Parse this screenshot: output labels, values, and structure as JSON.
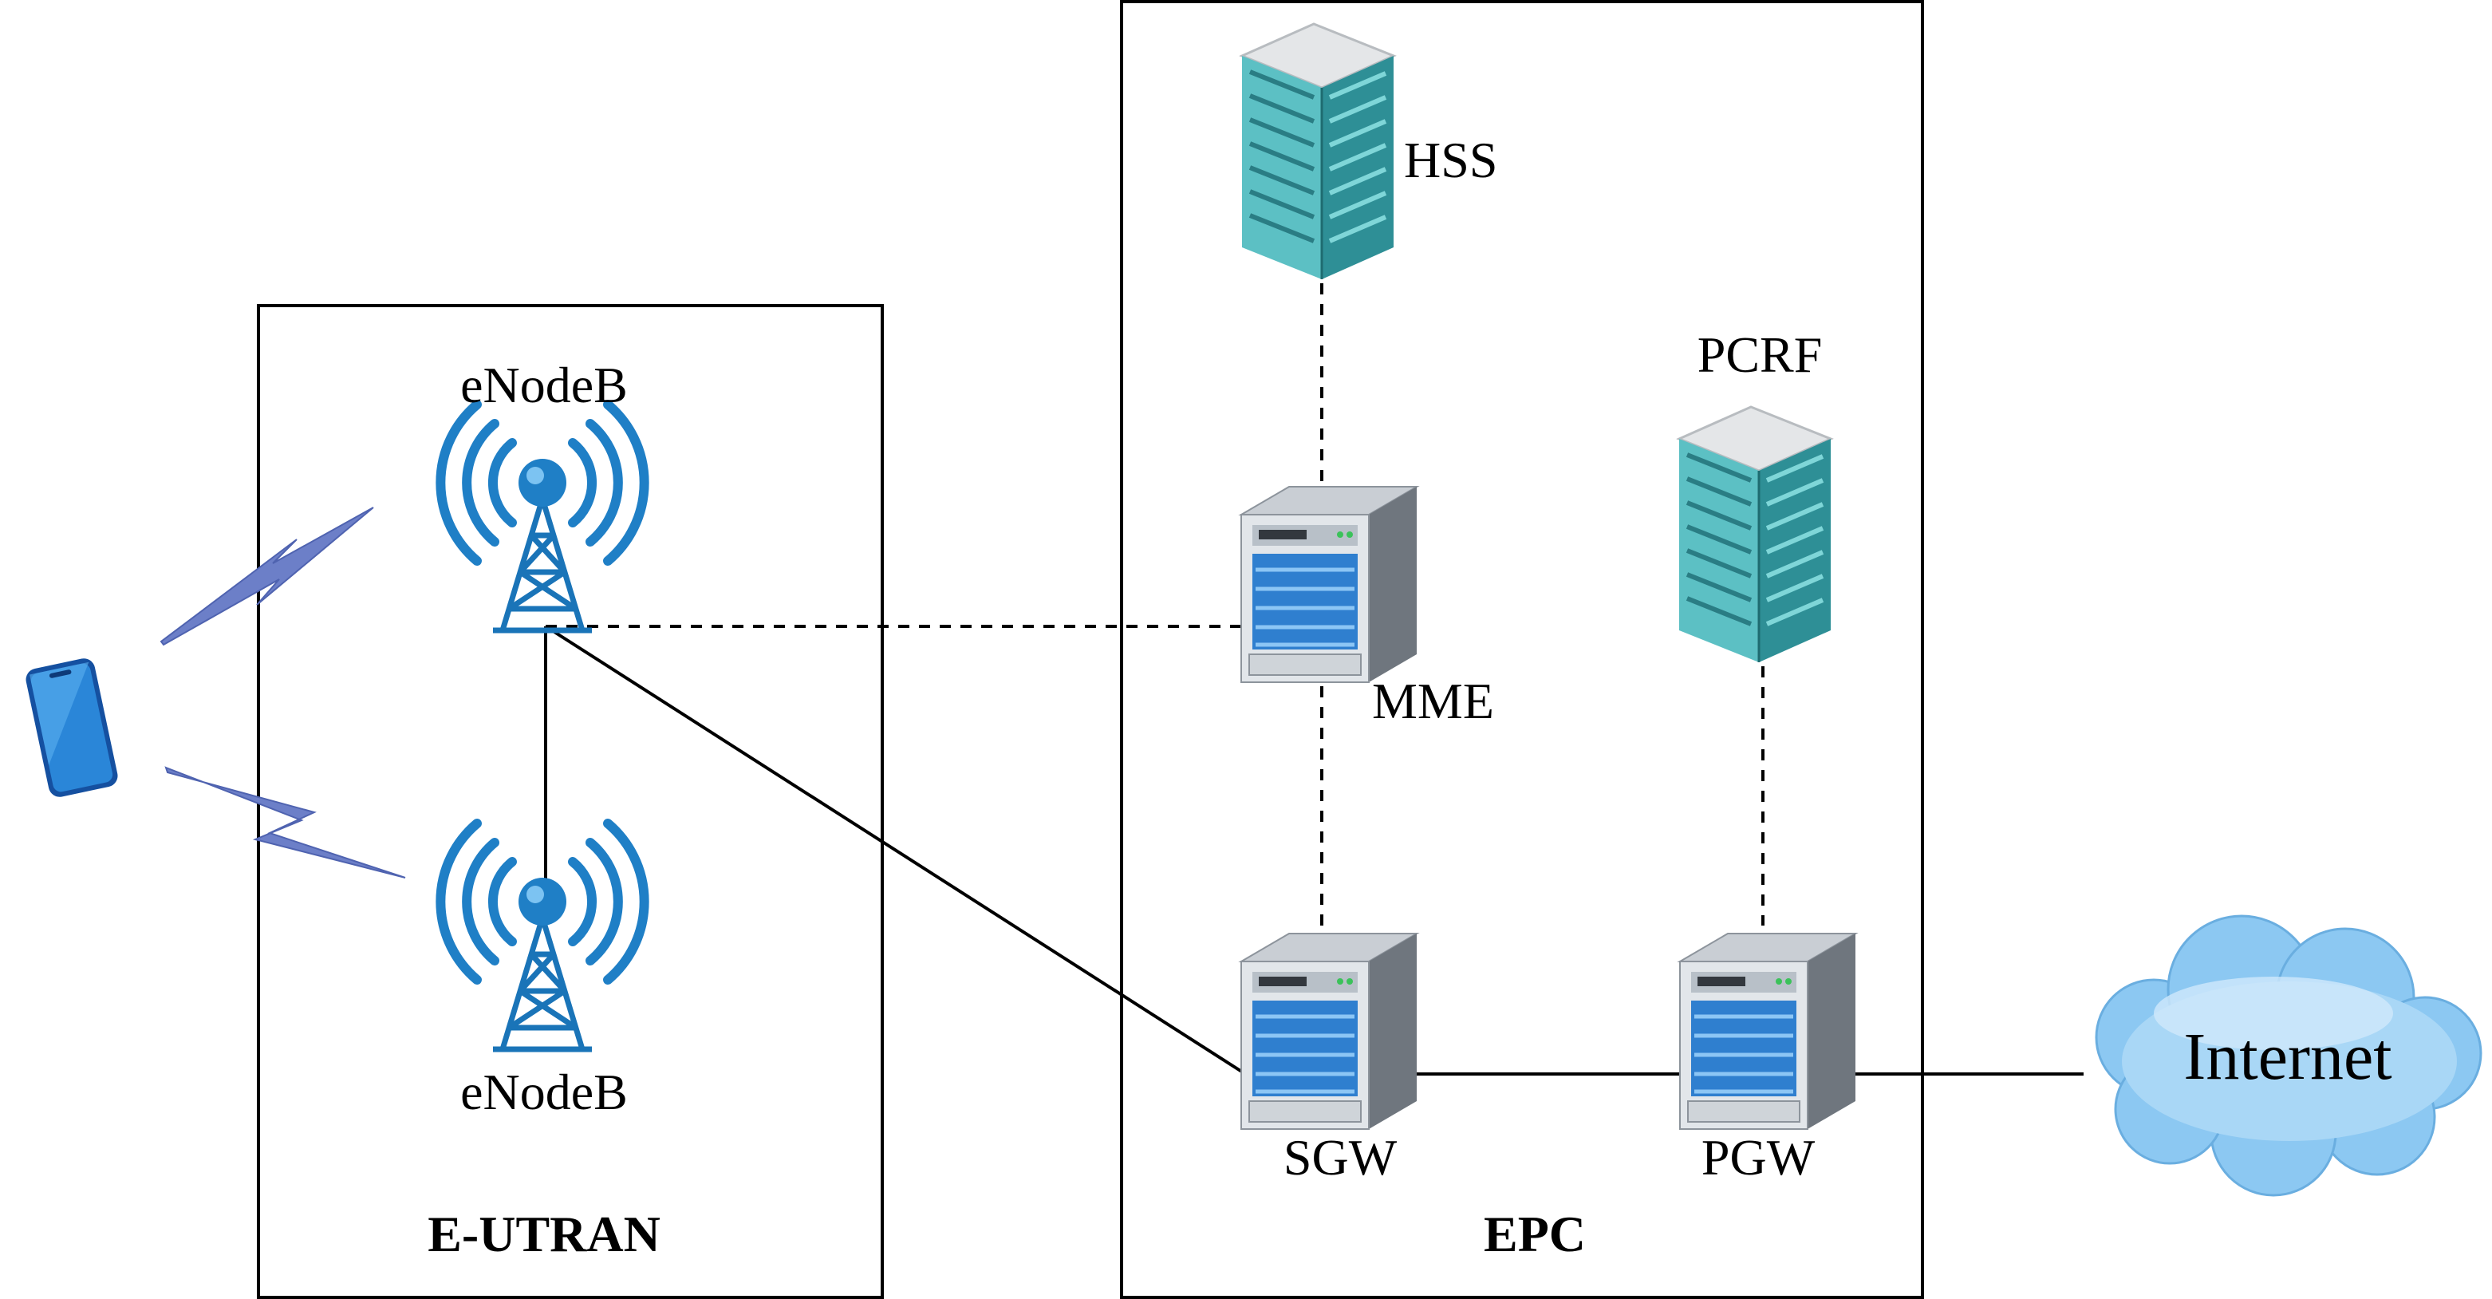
{
  "groups": {
    "eutran": {
      "label": "E-UTRAN"
    },
    "epc": {
      "label": "EPC"
    }
  },
  "nodes": {
    "enodeb_top": {
      "label": "eNodeB",
      "icon": "cell-tower-icon"
    },
    "enodeb_bottom": {
      "label": "eNodeB",
      "icon": "cell-tower-icon"
    },
    "hss": {
      "label": "HSS",
      "icon": "server-rack-icon"
    },
    "pcrf": {
      "label": "PCRF",
      "icon": "server-rack-icon"
    },
    "mme": {
      "label": "MME",
      "icon": "server-icon"
    },
    "sgw": {
      "label": "SGW",
      "icon": "server-icon"
    },
    "pgw": {
      "label": "PGW",
      "icon": "server-icon"
    },
    "internet": {
      "label": "Internet",
      "icon": "cloud-icon"
    },
    "ue": {
      "label": "",
      "icon": "smartphone-icon"
    }
  },
  "links": [
    {
      "from": "hss",
      "to": "mme",
      "style": "dashed"
    },
    {
      "from": "enodeb_top",
      "to": "mme",
      "style": "dashed"
    },
    {
      "from": "mme",
      "to": "sgw",
      "style": "dashed"
    },
    {
      "from": "pcrf",
      "to": "pgw",
      "style": "dashed"
    },
    {
      "from": "enodeb_top",
      "to": "enodeb_bottom",
      "style": "solid"
    },
    {
      "from": "enodeb_top",
      "to": "sgw",
      "style": "solid"
    },
    {
      "from": "sgw",
      "to": "pgw",
      "style": "solid"
    },
    {
      "from": "pgw",
      "to": "internet",
      "style": "solid"
    },
    {
      "from": "ue",
      "to": "enodeb_top",
      "style": "wireless"
    },
    {
      "from": "ue",
      "to": "enodeb_bottom",
      "style": "wireless"
    }
  ],
  "colors": {
    "tower_blue": "#1f7fc6",
    "server_blue": "#3d8fd4",
    "rack_teal": "#4fb3b8",
    "cloud_blue": "#8cc8f2",
    "phone_blue": "#1c6fc4",
    "zigzag": "#6c7fc8"
  }
}
